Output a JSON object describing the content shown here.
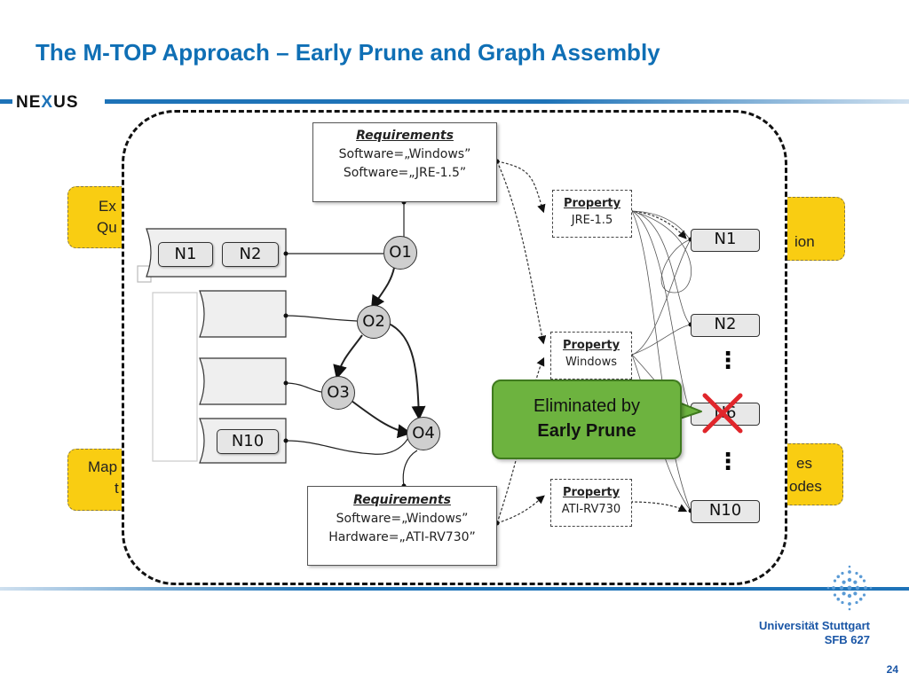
{
  "slide": {
    "title": "The M-TOP Approach – Early Prune and Graph Assembly",
    "logo": {
      "prefix": "NE",
      "x": "X",
      "suffix": "US"
    },
    "side_boxes": {
      "top_left": [
        "Ex",
        "Qu"
      ],
      "bottom_left": [
        "Map",
        "t"
      ],
      "top_right": [
        "ion"
      ],
      "bottom_right": [
        "es",
        "odes"
      ]
    },
    "requirements_top": {
      "heading": "Requirements",
      "lines": [
        "Software=„Windows”",
        "Software=„JRE-1.5”"
      ]
    },
    "requirements_bottom": {
      "heading": "Requirements",
      "lines": [
        "Software=„Windows”",
        "Hardware=„ATI-RV730”"
      ]
    },
    "properties": [
      {
        "heading": "Property",
        "value": "JRE-1.5"
      },
      {
        "heading": "Property",
        "value": "Windows"
      },
      {
        "heading": "Property",
        "value": "ATI-RV730"
      }
    ],
    "operators": [
      "O1",
      "O2",
      "O3",
      "O4"
    ],
    "list_nodes": {
      "row1": [
        "N1",
        "N2"
      ],
      "row4": [
        "N10"
      ]
    },
    "right_nodes": [
      "N1",
      "N2",
      "N6",
      "N10"
    ],
    "ellipsis": "⋮",
    "callout": {
      "line1": "Eliminated by",
      "line2": "Early Prune"
    },
    "footer": {
      "university": "Universität Stuttgart",
      "sfb": "SFB 627",
      "page": "24"
    },
    "colors": {
      "title": "#0f6fb5",
      "accent_bar": "#1e73b8",
      "yellow": "#f9cd12",
      "callout_green": "#6db33f",
      "cross_red": "#e0262b"
    }
  }
}
